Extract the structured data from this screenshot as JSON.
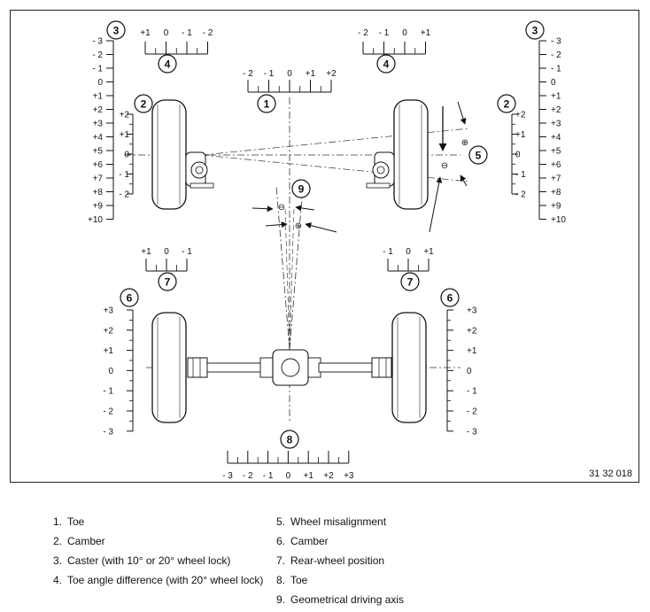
{
  "scales": {
    "caster": [
      "- 3",
      "- 2",
      "- 1",
      "0",
      "+1",
      "+2",
      "+3",
      "+4",
      "+5",
      "+6",
      "+7",
      "+8",
      "+9",
      "+10"
    ],
    "camber_front": [
      "+2",
      "+1",
      "0",
      "- 1",
      "- 2"
    ],
    "toe_front": [
      "- 2",
      "- 1",
      "0",
      "+1",
      "+2"
    ],
    "toe_angle_left": [
      "+1",
      "0",
      "- 1",
      "- 2"
    ],
    "toe_angle_right": [
      "- 2",
      "- 1",
      "0",
      "+1"
    ],
    "rear_wheel_left": [
      "+1",
      "0",
      "- 1"
    ],
    "rear_wheel_right": [
      "- 1",
      "0",
      "+1"
    ],
    "camber_rear": [
      "+3",
      "+2",
      "+1",
      "0",
      "- 1",
      "- 2",
      "- 3"
    ],
    "toe_rear": [
      "- 3",
      "- 2",
      "- 1",
      "0",
      "+1",
      "+2",
      "+3"
    ]
  },
  "callouts": {
    "c1": "1",
    "c2": "2",
    "c3": "3",
    "c4": "4",
    "c5": "5",
    "c6": "6",
    "c7": "7",
    "c8": "8",
    "c9": "9"
  },
  "signs": {
    "plus": "⊕",
    "minus": "⊖"
  },
  "figure_code": "31 32 018",
  "legend": [
    {
      "num": "1.",
      "text": "Toe"
    },
    {
      "num": "2.",
      "text": "Camber"
    },
    {
      "num": "3.",
      "text": "Caster (with 10° or 20° wheel lock)"
    },
    {
      "num": "4.",
      "text": "Toe angle difference (with 20° wheel lock)"
    },
    {
      "num": "5.",
      "text": "Wheel misalignment"
    },
    {
      "num": "6.",
      "text": "Camber"
    },
    {
      "num": "7.",
      "text": "Rear-wheel position"
    },
    {
      "num": "8.",
      "text": "Toe"
    },
    {
      "num": "9.",
      "text": "Geometrical driving axis"
    }
  ]
}
